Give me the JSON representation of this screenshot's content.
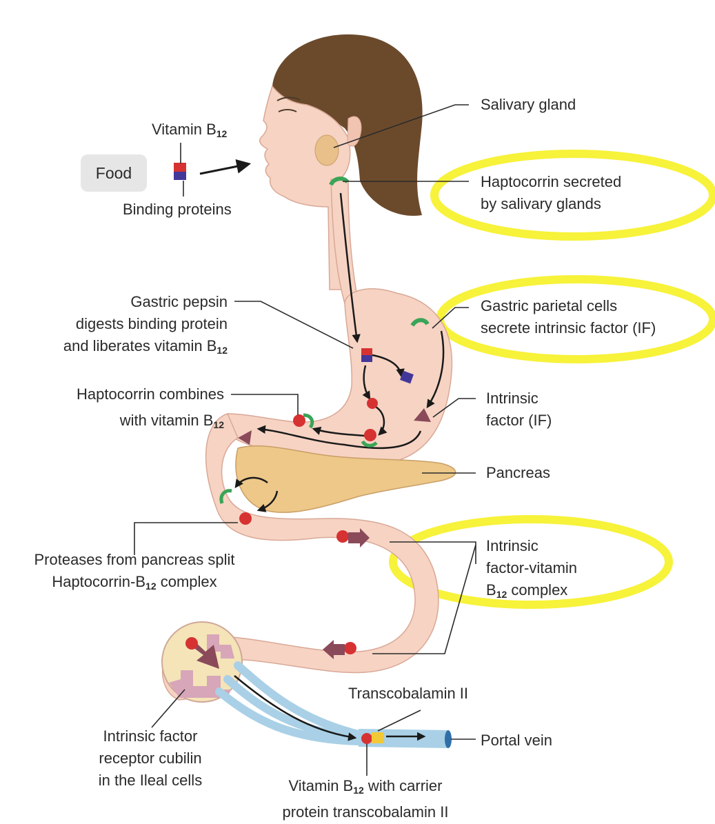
{
  "labels": {
    "food": "Food",
    "vitamin_b12": {
      "text": "Vitamin B",
      "sub": "12"
    },
    "binding_proteins": "Binding proteins",
    "salivary_gland": "Salivary gland",
    "haptocorrin_secreted": [
      "Haptocorrin secreted",
      "by salivary glands"
    ],
    "gastric_pepsin": [
      "Gastric pepsin",
      "digests binding protein"
    ],
    "gastric_pepsin_line3": {
      "text": "and liberates vitamin B",
      "sub": "12"
    },
    "gastric_parietal": [
      "Gastric parietal cells",
      "secrete intrinsic factor (IF)"
    ],
    "haptocorrin_combines_1": "Haptocorrin combines",
    "haptocorrin_combines_2": {
      "text": "with vitamin B",
      "sub": "12"
    },
    "intrinsic_factor": [
      "Intrinsic",
      "factor (IF)"
    ],
    "pancreas": "Pancreas",
    "proteases_1": "Proteases from pancreas split",
    "proteases_2": {
      "text": "Haptocorrin-B",
      "sub": "12",
      "tail": " complex"
    },
    "if_b12_complex": [
      "Intrinsic",
      "factor-vitamin"
    ],
    "if_b12_complex_3": {
      "text": "B",
      "sub": "12",
      "tail": " complex"
    },
    "transcobalamin": "Transcobalamin II",
    "portal_vein": "Portal vein",
    "receptor": [
      "Intrinsic factor",
      "receptor cubilin",
      "in the Ileal cells"
    ],
    "vitamin_carrier_1": {
      "text": "Vitamin B",
      "sub": "12",
      "tail": " with carrier"
    },
    "vitamin_carrier_2": "protein transcobalamin II"
  },
  "colors": {
    "highlight": "#f7f23a",
    "gut": "#f6d3c3",
    "gut_outline": "#d9a896",
    "pancreas": "#edc888",
    "hair": "#6b4a2c",
    "vein": "#a9d0e6",
    "if_green": "#3aa457",
    "b12_red": "#d63232",
    "binding_blue": "#43379a",
    "if_arrow": "#8a4a5a"
  }
}
